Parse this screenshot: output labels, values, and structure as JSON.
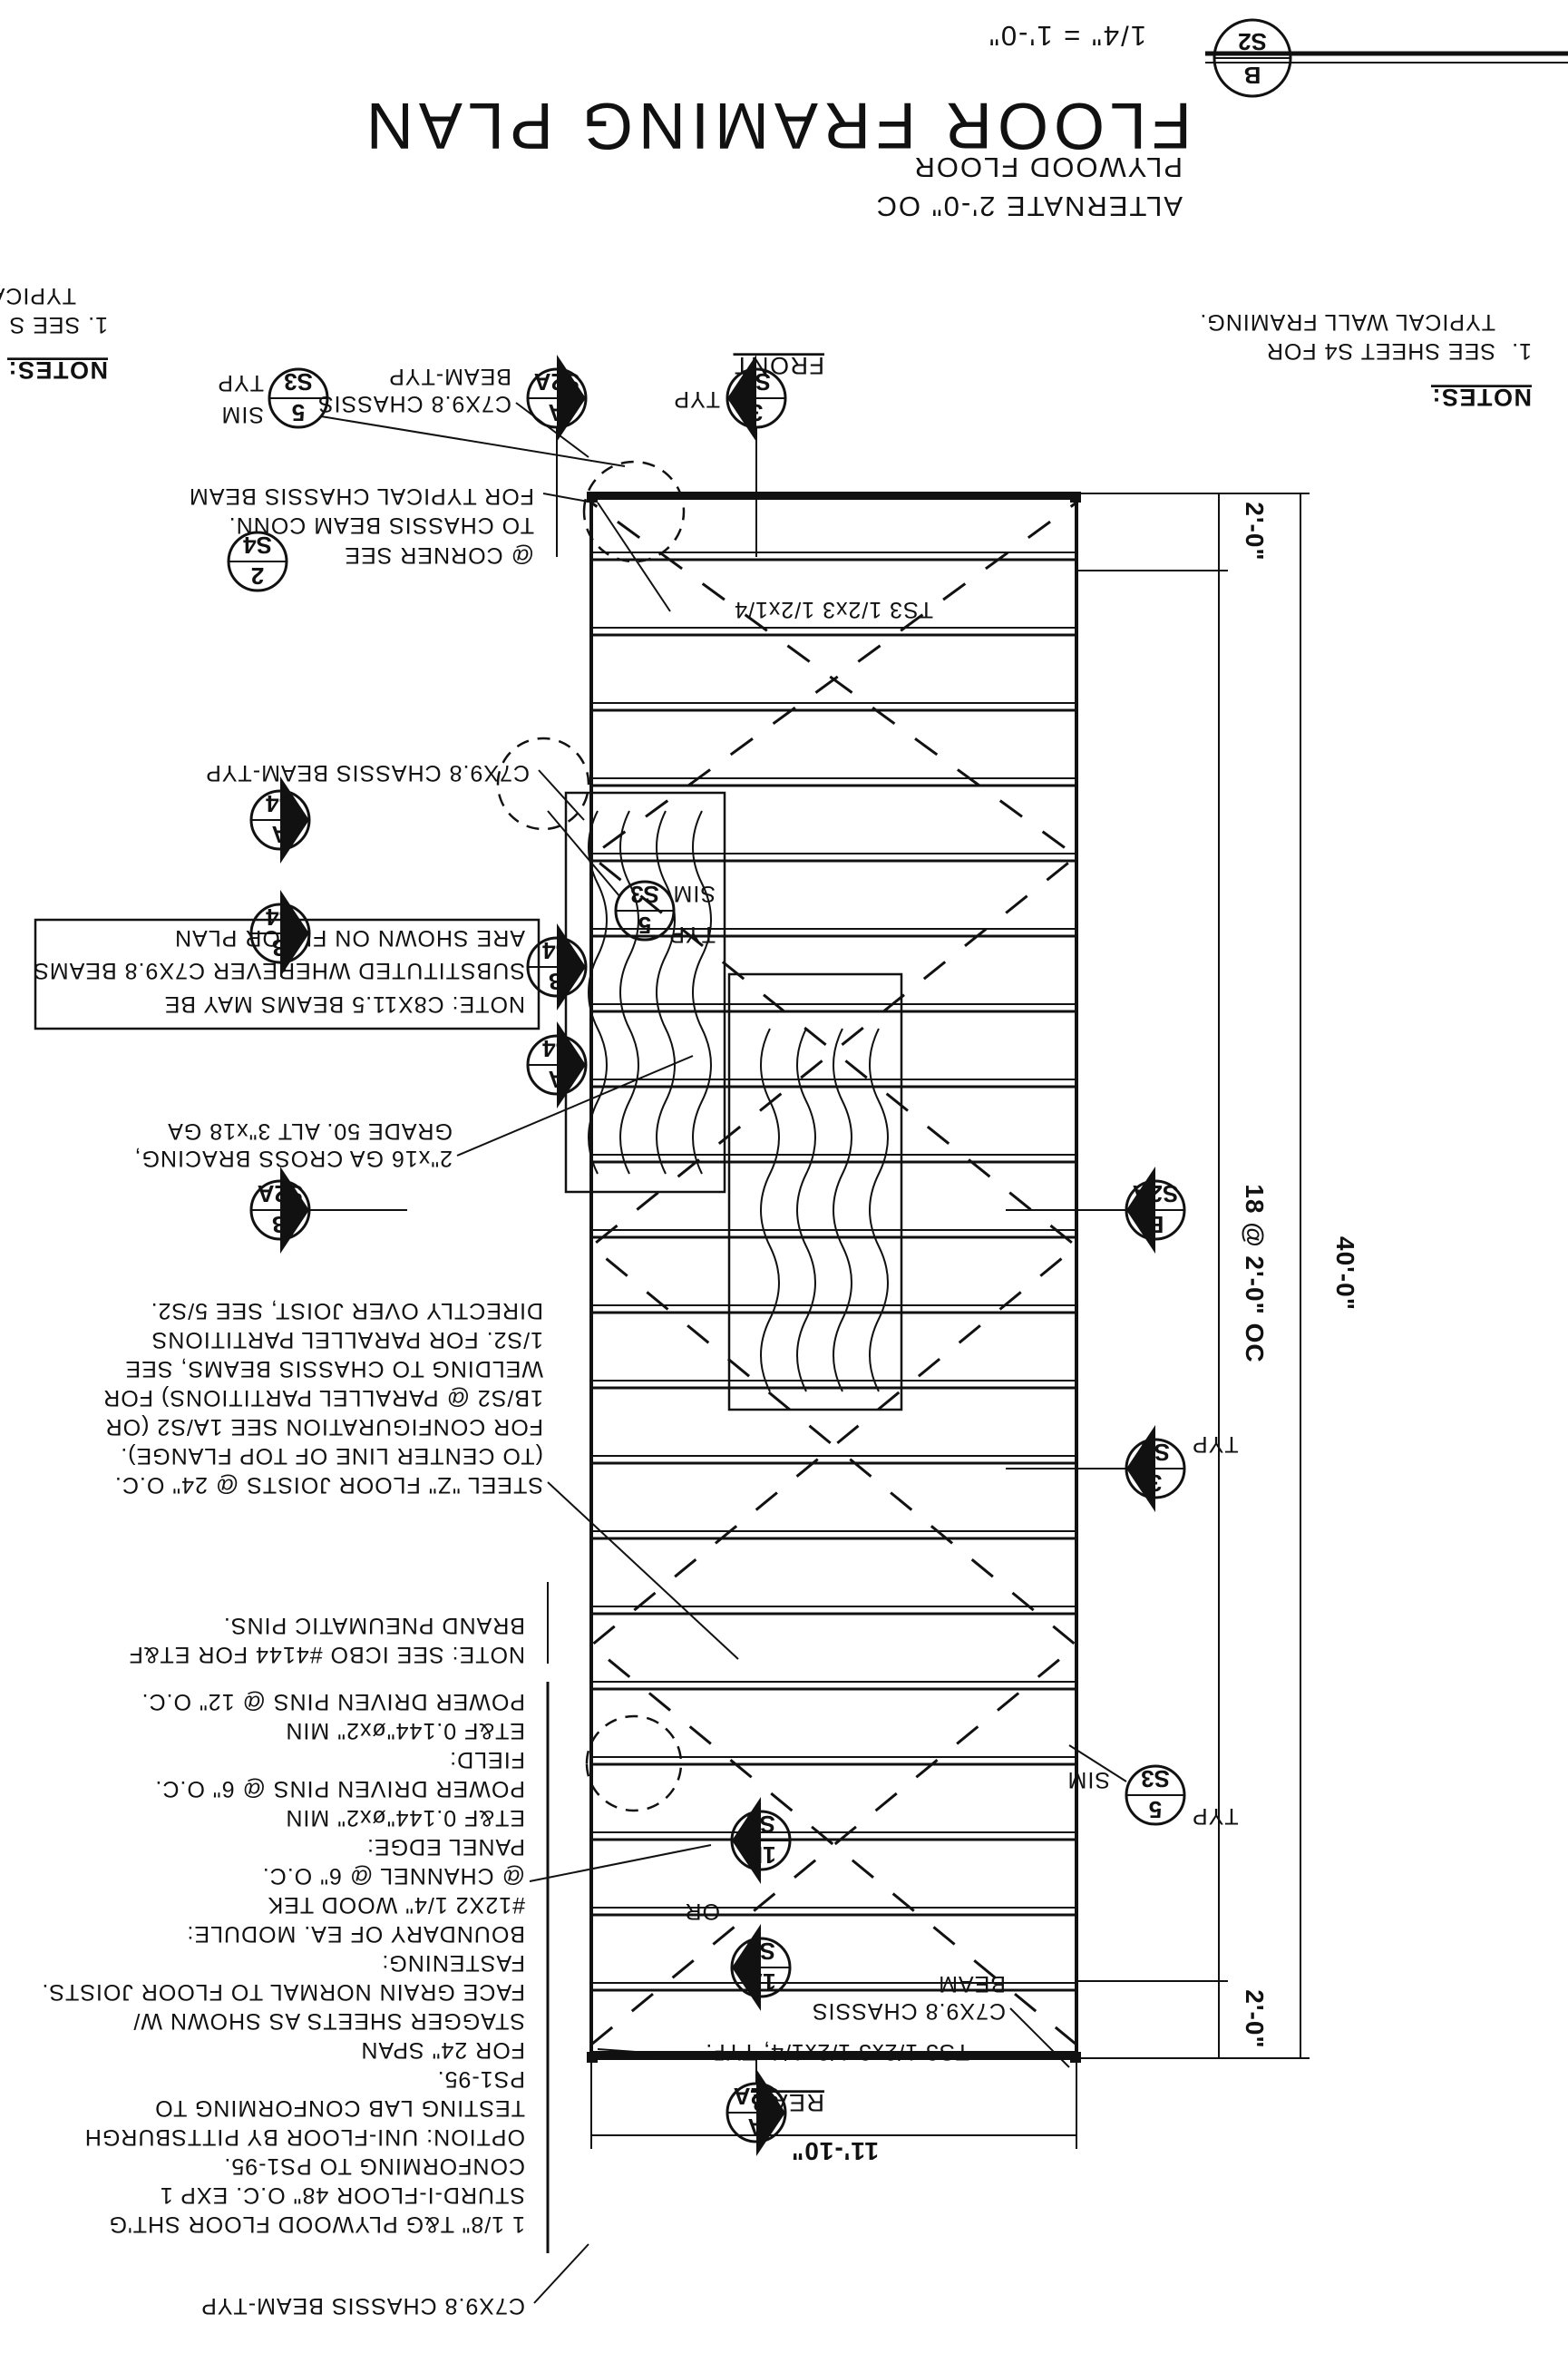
{
  "title": {
    "main": "FLOOR FRAMING PLAN",
    "line2": "PLYWOOD FLOOR",
    "line3": "ALTERNATE 2'-0\" OC",
    "scale": "1/4\" = 1'-0\"",
    "bubble_letter": "B",
    "bubble_sheet": "S2"
  },
  "notes_left": {
    "heading": "NOTES:",
    "item": "1.",
    "line1": "SEE SHEET S4 FOR",
    "line2": "TYPICAL WALL FRAMING."
  },
  "notes_right": {
    "heading": "NOTES:",
    "line1": "1.  SEE S",
    "line2": "TYPICA"
  },
  "orientation": {
    "front": "FRONT",
    "rear": "REAR"
  },
  "callouts": {
    "chassis_typ_top": [
      "C7X9.8 CHASSIS",
      "BEAM-TYP"
    ],
    "corner_conn": [
      "FOR TYPICAL CHASSIS BEAM",
      "TO CHASSIS BEAM CONN.",
      "@ CORNER SEE"
    ],
    "ts3_top": "TS3 1/2x3 1/2x1/4",
    "chassis_typ_mid": "C7X9.8 CHASSIS BEAM-TYP",
    "beam_sub_note": [
      "NOTE: C8X11.5 BEAMS MAY BE",
      "SUBSTITUTED WHEREVER C7X9.8 BEAMS",
      "ARE SHOWN ON FLOOR PLAN"
    ],
    "bracing": [
      "2\"x16 GA CROSS BRACING,",
      "GRADE 50. ALT 3\"x18 GA"
    ],
    "joists": [
      "STEEL \"Z\" FLOOR JOISTS @ 24\" O.C.",
      "(TO CENTER LINE OF TOP FLANGE).",
      "FOR CONFIGURATION SEE 1A/S2 (OR",
      "1B/S2 @ PARALLEL PARTITIONS) FOR",
      "WELDING TO CHASSIS BEAMS, SEE",
      "1/S2.  FOR PARALLEL PARTITIONS",
      "DIRECTLY OVER JOIST, SEE 5/S2."
    ],
    "plywood_spec": [
      "1 1/8\" T&G PLYWOOD FLOOR SHT'G",
      "STURD-I-FLOOR 48\" O.C. EXP 1",
      "CONFORMING TO PS1-95.",
      "OPTION: UNI-FLOOR BY PITTSBURGH",
      "TESTING LAB CONFORMING TO",
      "PS1-95.",
      "FOR 24\" SPAN",
      "STAGGER SHEETS AS SHOWN W/",
      "FACE GRAIN NORMAL TO FLOOR JOISTS.",
      "FASTENING:",
      "BOUNDARY OF EA. MODULE:",
      "#12X2 1/4\" WOOD TEK",
      "@ CHANNEL @ 6\" O.C.",
      "PANEL EDGE:",
      "ET&F 0.144\"øx2\" MIN",
      "POWER DRIVEN PINS @ 6\" O.C.",
      "FIELD:",
      "ET&F 0.144\"øx2\" MIN",
      "POWER DRIVEN PINS @ 12\" O.C.",
      "NOTE: SEE ICBO #4144 FOR ET&F",
      "BRAND PNEUMATIC PINS."
    ],
    "chassis_typ_bottom": "C7X9.8 CHASSIS BEAM-TYP",
    "ts3_bottom": "TS3 1/2x3 1/2x1/4, TYP.",
    "chassis_beam_inner": [
      "C7X9.8 CHASSIS",
      "BEAM"
    ],
    "or": "OR",
    "typ": "TYP",
    "sim": "SIM"
  },
  "dimensions": {
    "width": "11'-10\"",
    "overall": "40'-0\"",
    "spacing": "18 @ 2'-0\" OC",
    "end_top": "2'-0\"",
    "end_bottom": "2'-0\""
  },
  "bubbles": {
    "b3_s2": {
      "num": "3",
      "sheet": "S2"
    },
    "a_s2a": {
      "num": "A",
      "sheet": "S2A"
    },
    "b5_s3": {
      "num": "5",
      "sheet": "S3"
    },
    "b2_s4": {
      "num": "2",
      "sheet": "S4"
    },
    "a_s4": {
      "num": "A",
      "sheet": "S4"
    },
    "b_s4": {
      "num": "B",
      "sheet": "S4"
    },
    "b_s2a": {
      "num": "B",
      "sheet": "S2A"
    },
    "b1b_s2": {
      "num": "1B",
      "sheet": "S2"
    },
    "b1a_s2": {
      "num": "1A",
      "sheet": "S2"
    }
  }
}
